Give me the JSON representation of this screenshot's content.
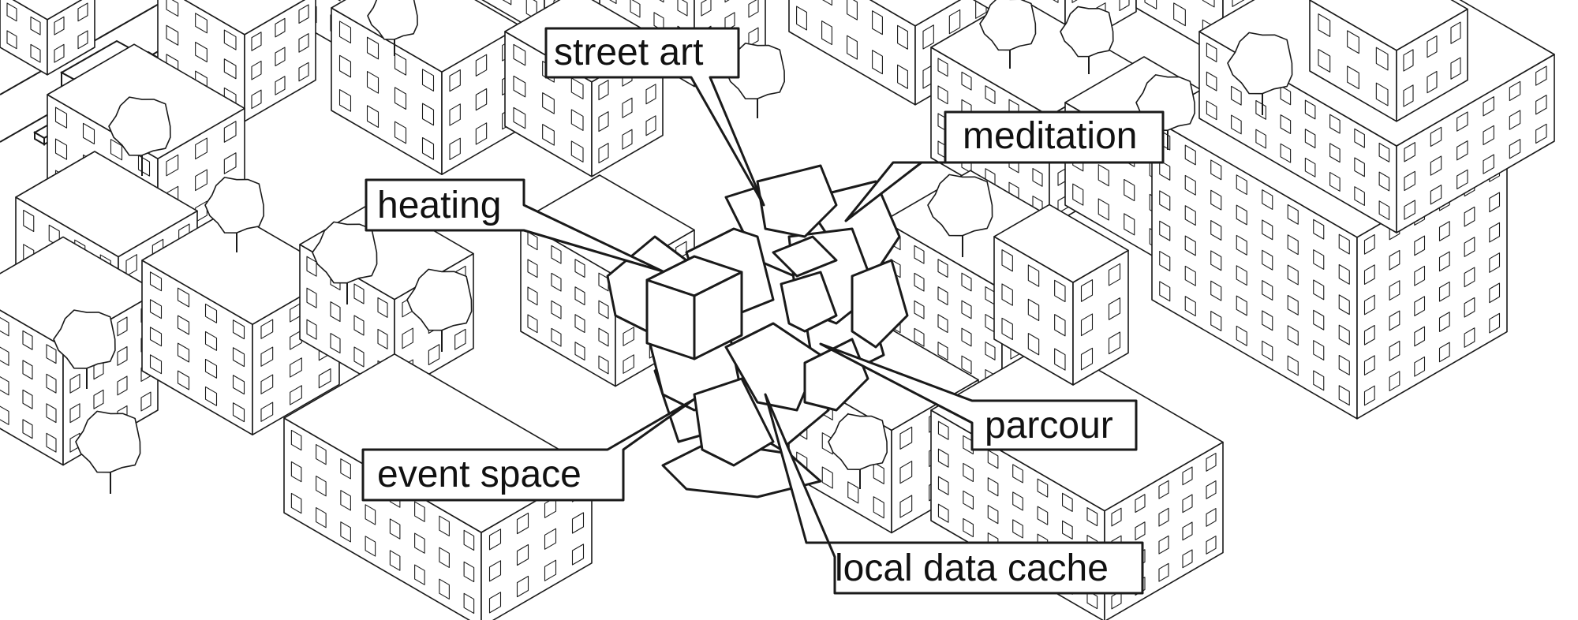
{
  "colors": {
    "ink": "#1a1a1a",
    "paper": "#ffffff",
    "tree_fill": "#ffffff"
  },
  "callouts": [
    {
      "key": "street_art",
      "text": "street art"
    },
    {
      "key": "meditation",
      "text": "meditation"
    },
    {
      "key": "heating",
      "text": "heating"
    },
    {
      "key": "parcour",
      "text": "parcour"
    },
    {
      "key": "event_space",
      "text": "event space"
    },
    {
      "key": "local_data_cache",
      "text": "local data cache"
    }
  ]
}
